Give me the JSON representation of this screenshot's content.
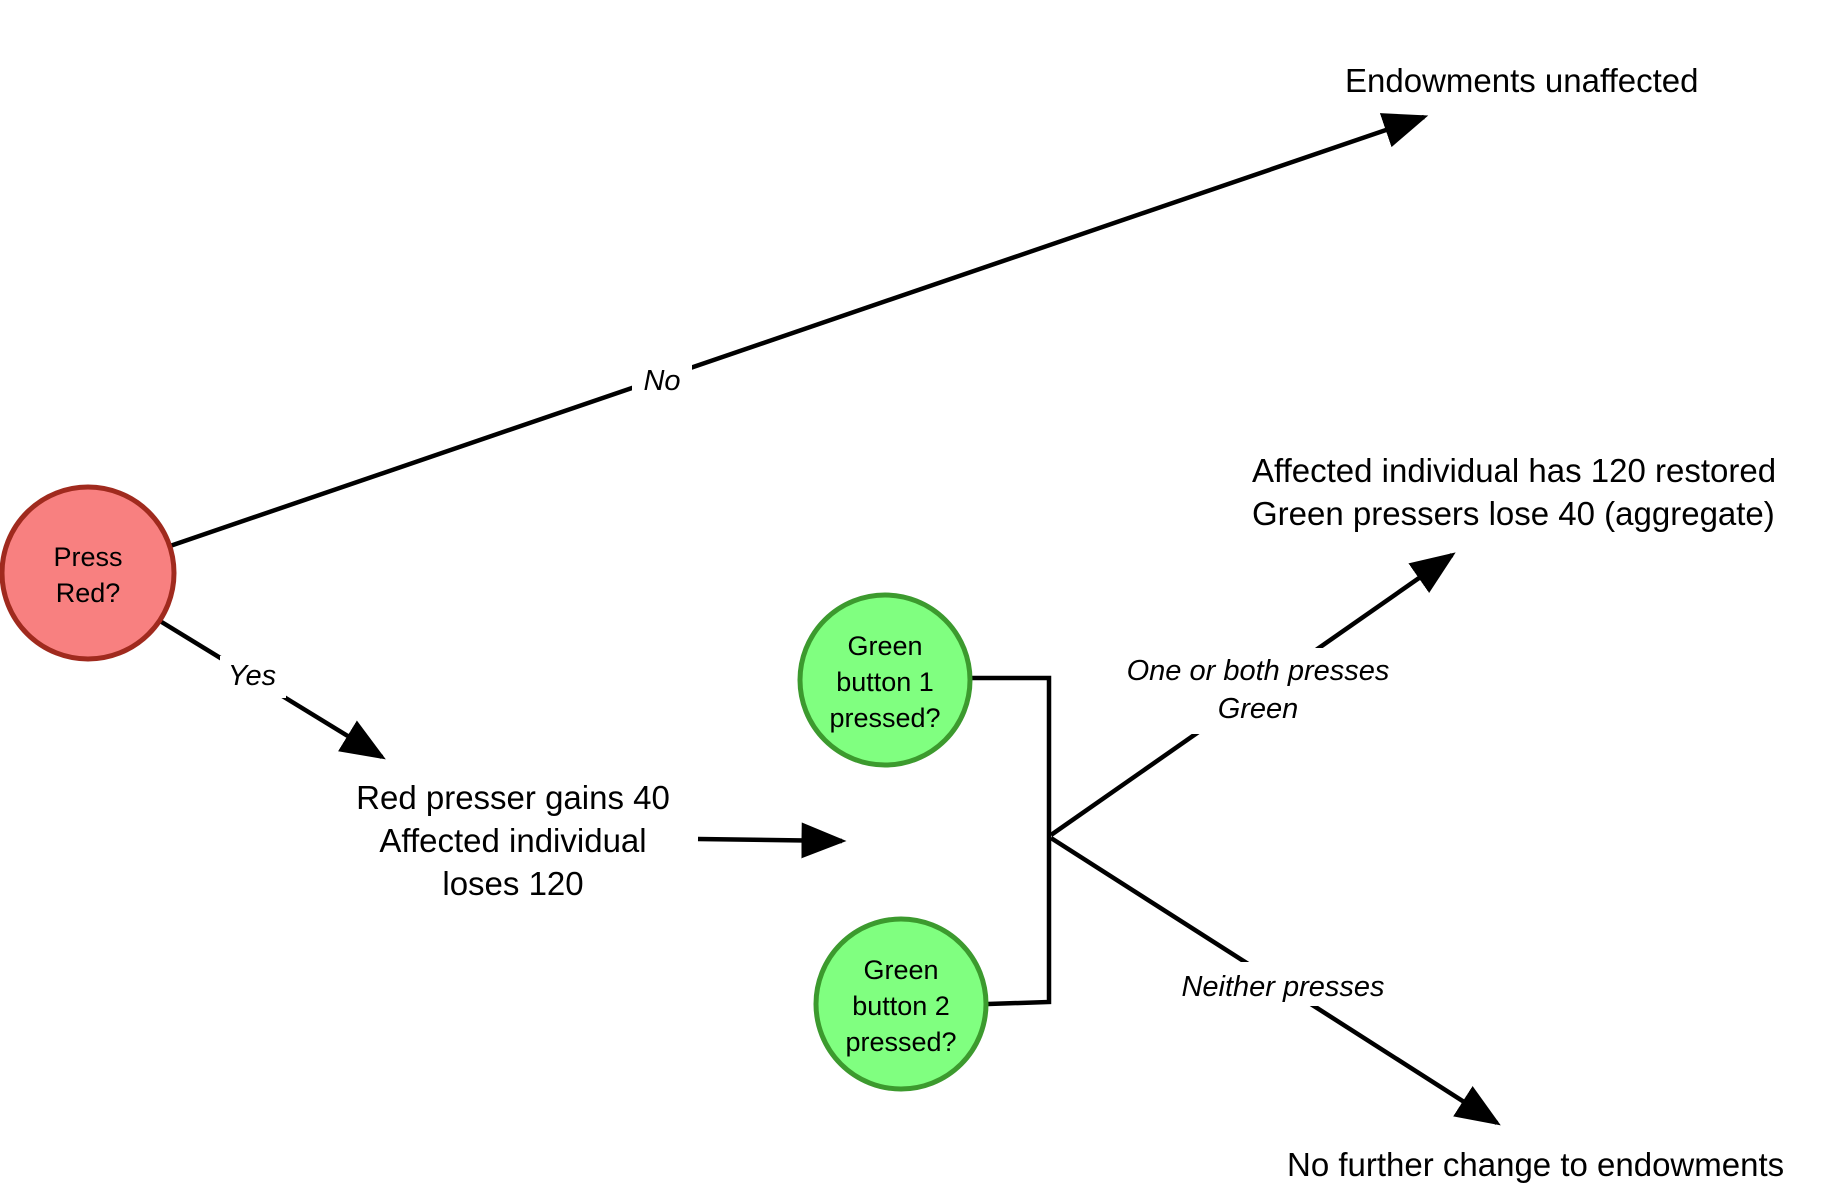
{
  "nodes": {
    "press_red": {
      "lines": [
        "Press",
        "Red?"
      ],
      "fill": "#f88080",
      "stroke": "#a02a1e"
    },
    "green1": {
      "lines": [
        "Green",
        "button 1",
        "pressed?"
      ],
      "fill": "#80ff80",
      "stroke": "#3c9a2e"
    },
    "green2": {
      "lines": [
        "Green",
        "button 2",
        "pressed?"
      ],
      "fill": "#80ff80",
      "stroke": "#3c9a2e"
    }
  },
  "outcomes": {
    "unaffected": "Endowments unaffected",
    "red_pressed": [
      "Red presser gains 40",
      "Affected individual",
      "loses 120"
    ],
    "restored": [
      "Affected individual has 120 restored",
      "Green pressers lose 40 (aggregate)"
    ],
    "no_change": "No further change to endowments"
  },
  "edge_labels": {
    "no": "No",
    "yes": "Yes",
    "green_pressed": [
      "One or both presses",
      "Green"
    ],
    "neither": "Neither presses"
  }
}
